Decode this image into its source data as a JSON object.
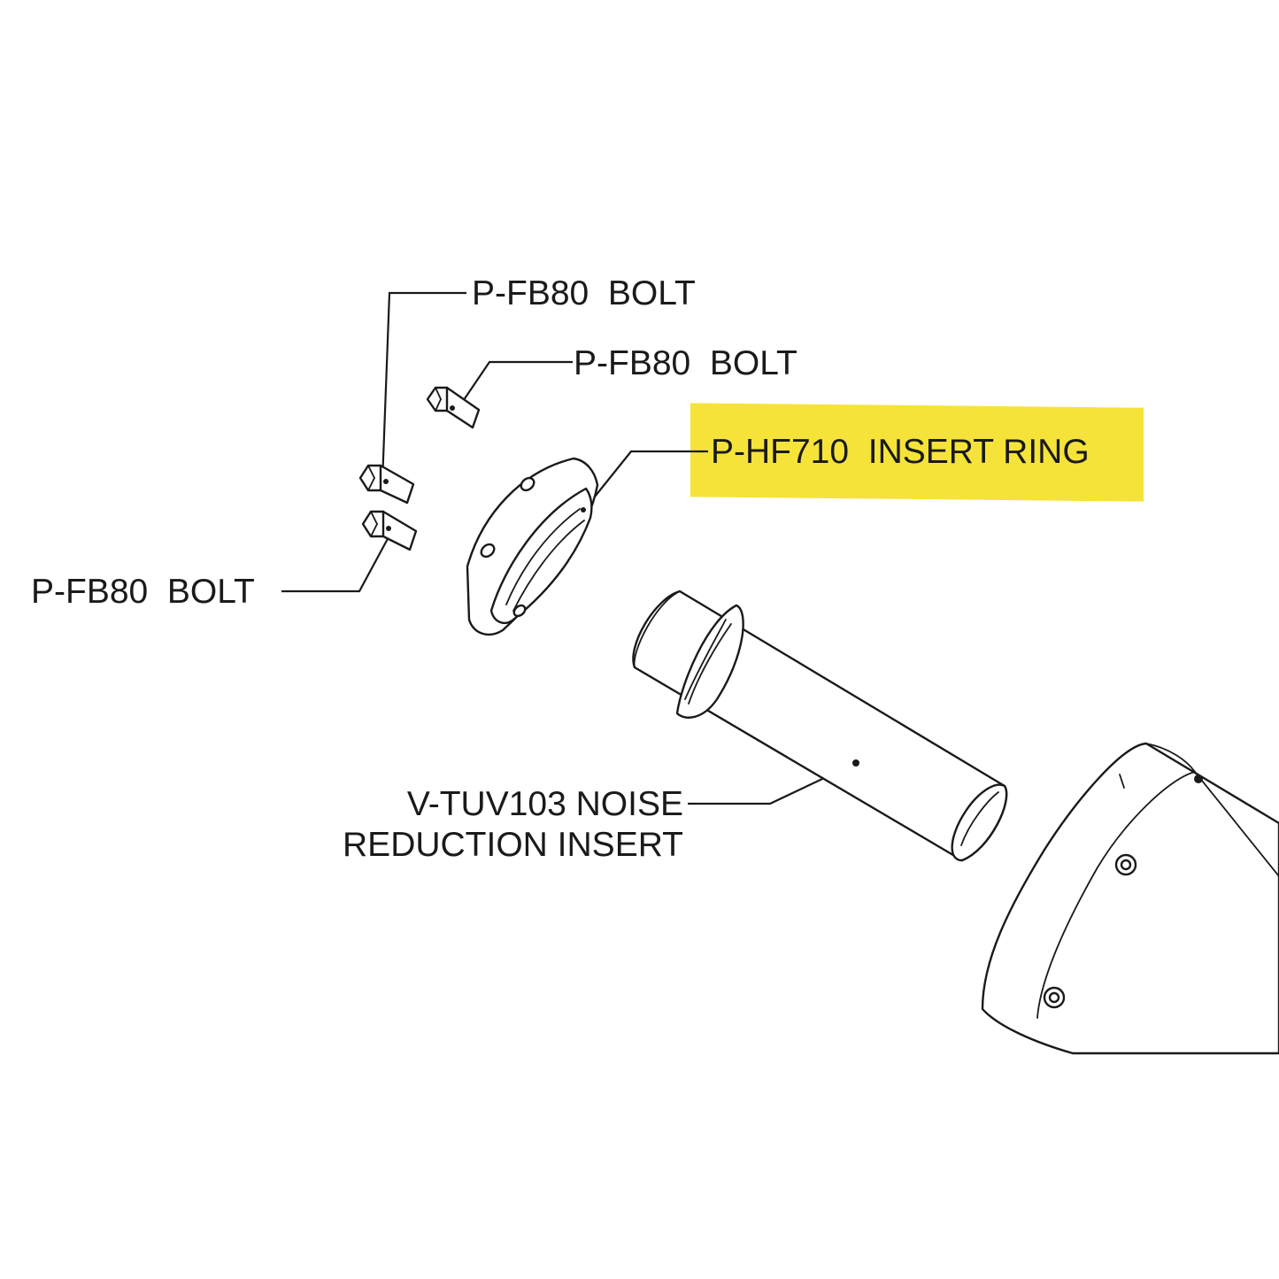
{
  "diagram": {
    "highlight_color": "#f5e33a",
    "labels": {
      "bolt_top": "P-FB80  BOLT",
      "bolt_middle": "P-FB80  BOLT",
      "bolt_left": "P-FB80  BOLT",
      "insert_ring": "P-HF710  INSERT RING",
      "noise_insert_line1": "V-TUV103 NOISE",
      "noise_insert_line2": "REDUCTION INSERT"
    }
  }
}
